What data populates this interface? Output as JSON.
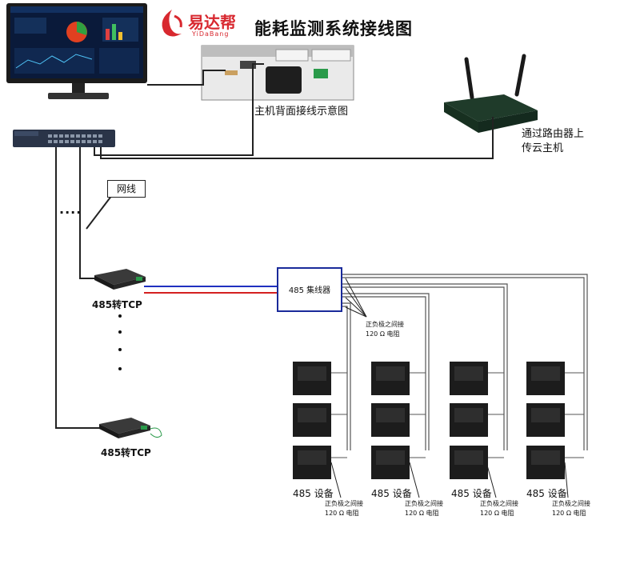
{
  "header": {
    "brand_name": "易达帮",
    "brand_sub": "YiDaBang",
    "title": "能耗监测系统接线图"
  },
  "labels": {
    "backpanel": "主机背面接线示意图",
    "router_line1": "通过路由器上",
    "router_line2": "传云主机",
    "cable": "网线",
    "dots": "····",
    "converter_top": "485转TCP",
    "converter_bottom": "485转TCP",
    "hub": "485 集线器",
    "hub_note_1": "正负极之间接",
    "hub_note_2": "120 Ω 电阻",
    "devices": [
      {
        "label": "485 设备",
        "note_1": "正负极之间接",
        "note_2": "120 Ω 电阻"
      },
      {
        "label": "485 设备",
        "note_1": "正负极之间接",
        "note_2": "120 Ω 电阻"
      },
      {
        "label": "485 设备",
        "note_1": "正负极之间接",
        "note_2": "120 Ω 电阻"
      },
      {
        "label": "485 设备",
        "note_1": "正负极之间接",
        "note_2": "120 Ω 电阻"
      }
    ]
  },
  "colors": {
    "cable": "#222222",
    "rs485_positive": "#d42020",
    "rs485_negative": "#2030c0",
    "hub_border": "#1a2a9a",
    "brand": "#d8282f"
  }
}
